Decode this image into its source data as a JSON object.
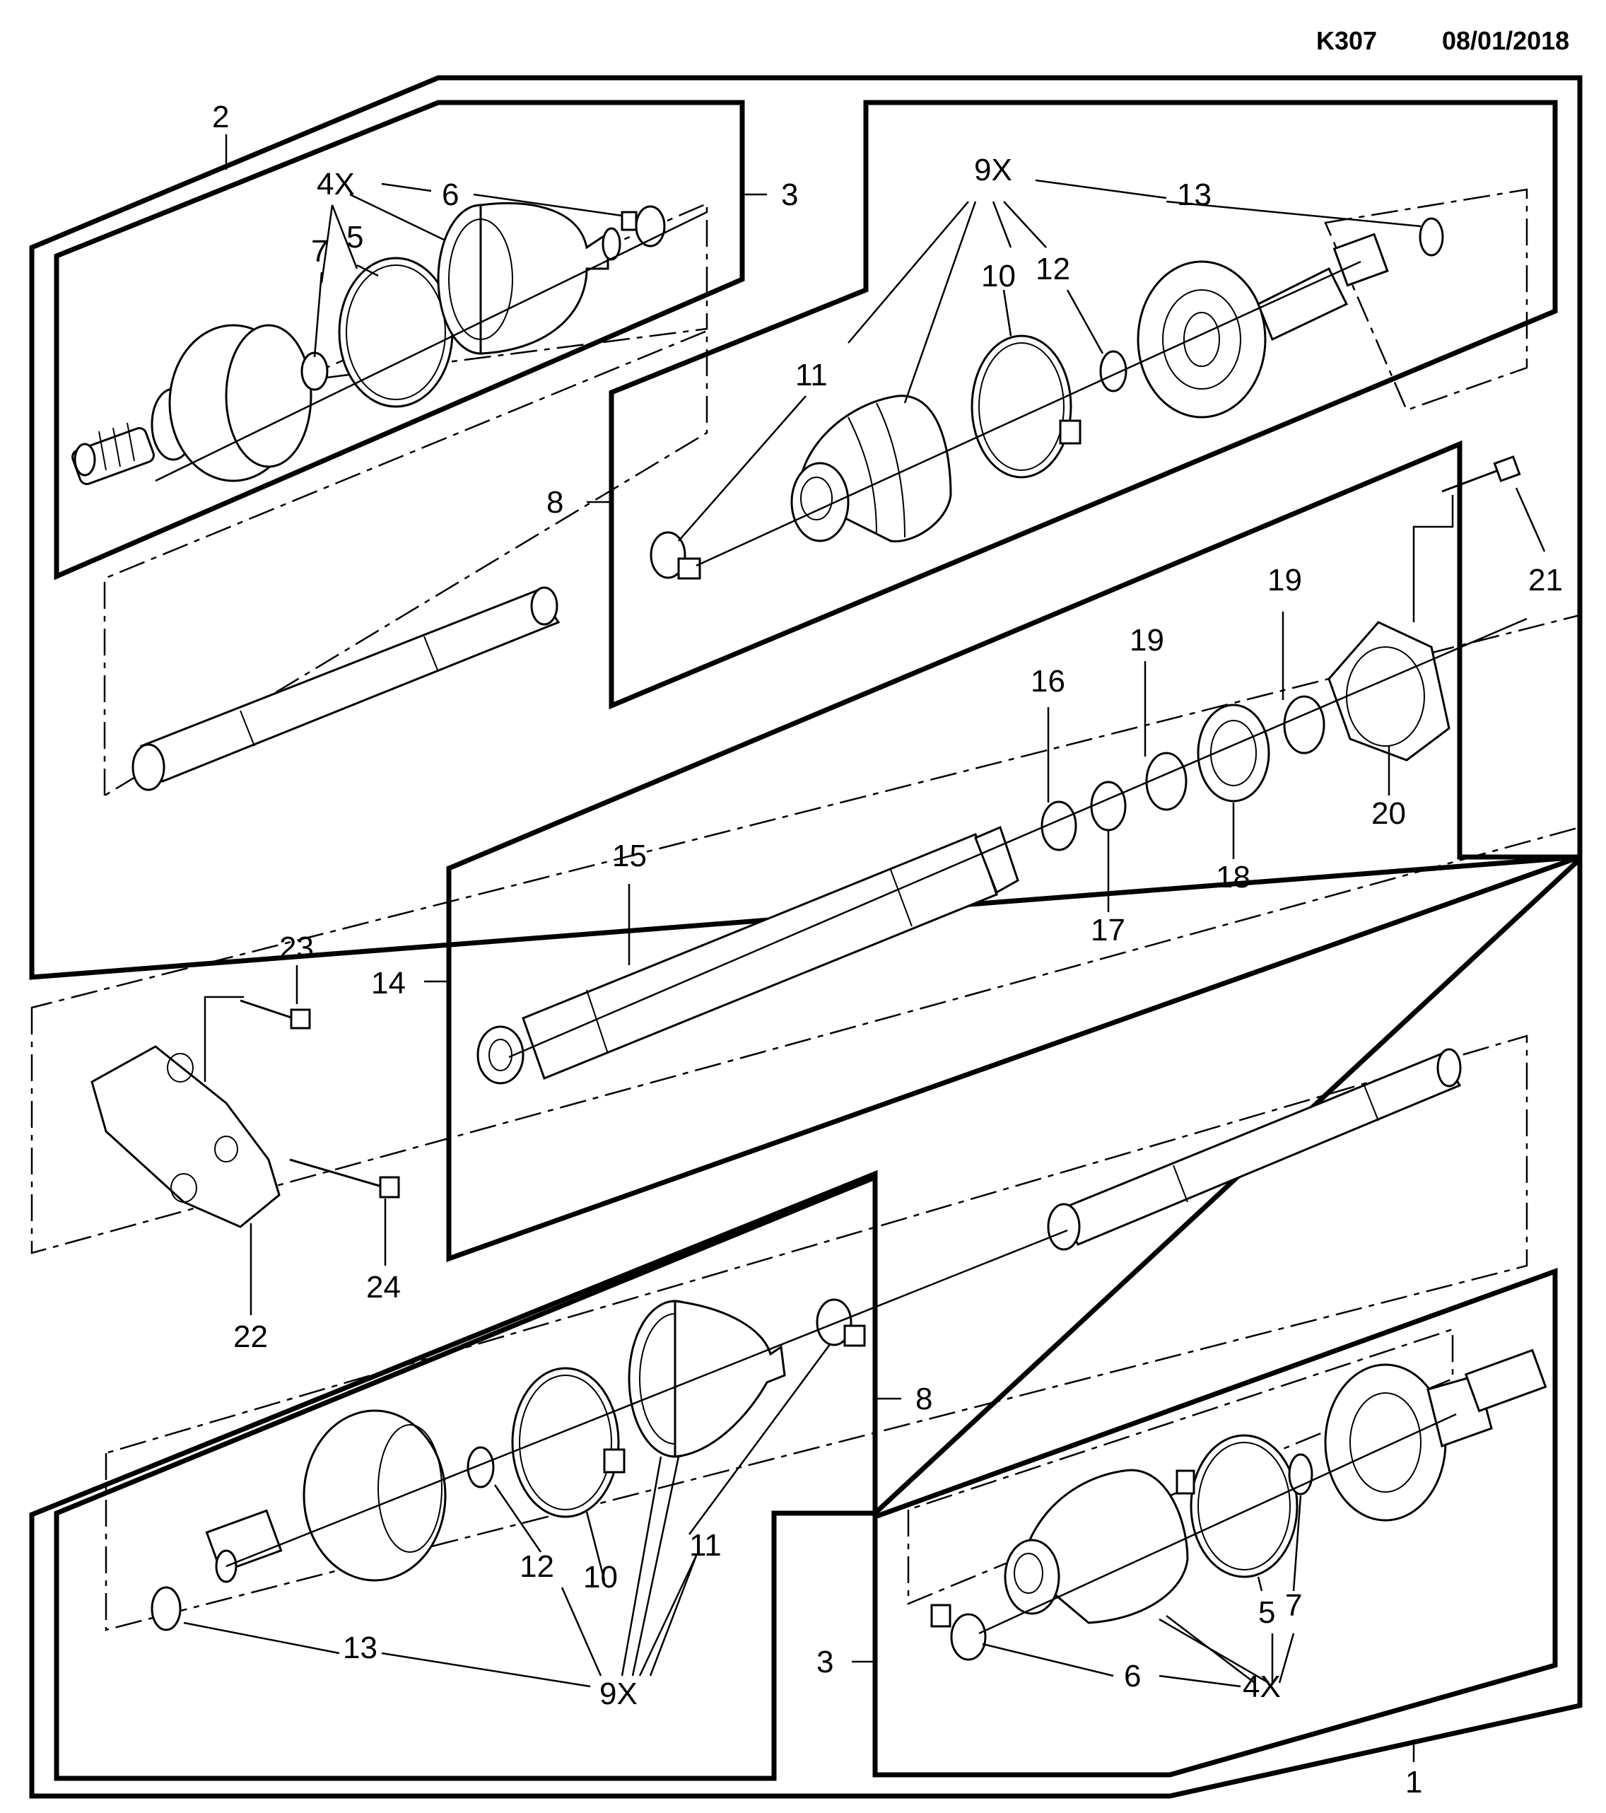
{
  "header": {
    "code": "K307",
    "date": "08/01/2018"
  },
  "labels": {
    "l1": "1",
    "l2": "2",
    "l3a": "3",
    "l3b": "3",
    "l4xa": "4X",
    "l4xb": "4X",
    "l5a": "5",
    "l5b": "5",
    "l6a": "6",
    "l6b": "6",
    "l7a": "7",
    "l7b": "7",
    "l8a": "8",
    "l8b": "8",
    "l9xa": "9X",
    "l9xb": "9X",
    "l10a": "10",
    "l10b": "10",
    "l11a": "11",
    "l11b": "11",
    "l12a": "12",
    "l12b": "12",
    "l13a": "13",
    "l13b": "13",
    "l14": "14",
    "l15": "15",
    "l16": "16",
    "l17": "17",
    "l18": "18",
    "l19a": "19",
    "l19b": "19",
    "l20": "20",
    "l21": "21",
    "l22": "22",
    "l23": "23",
    "l24": "24"
  }
}
